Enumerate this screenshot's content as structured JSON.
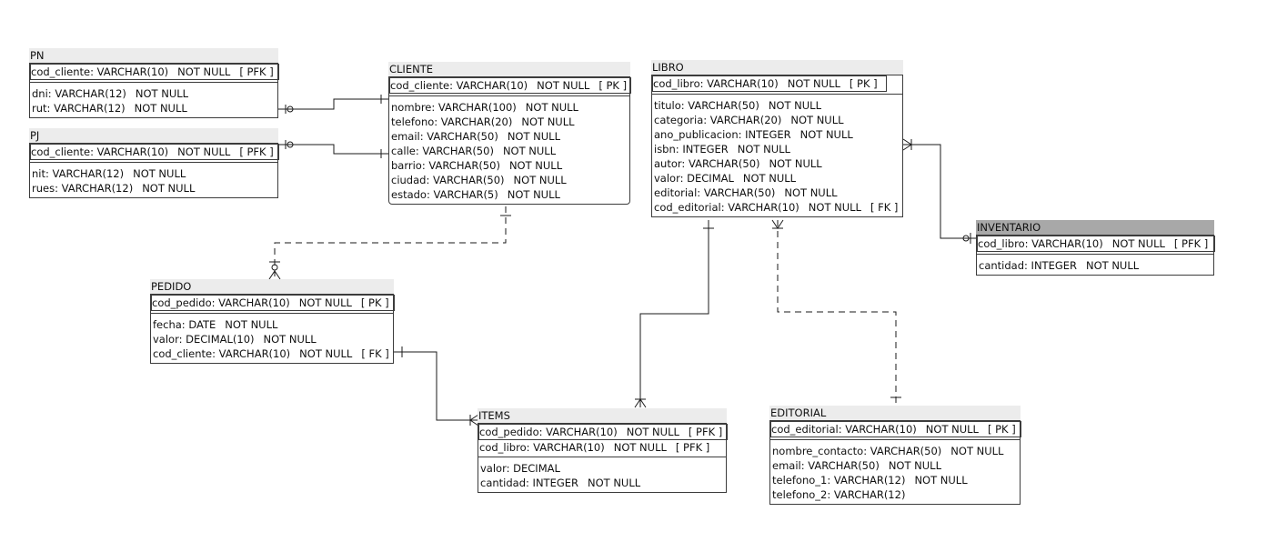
{
  "entities": {
    "pn": {
      "name": "PN",
      "pk": [
        {
          "col": "cod_cliente",
          "type": "VARCHAR(10)",
          "null": "NOT NULL",
          "key": "[ PFK ]"
        }
      ],
      "attrs": [
        {
          "col": "dni",
          "type": "VARCHAR(12)",
          "null": "NOT NULL",
          "key": ""
        },
        {
          "col": "rut",
          "type": "VARCHAR(12)",
          "null": "NOT NULL",
          "key": ""
        }
      ]
    },
    "pj": {
      "name": "PJ",
      "pk": [
        {
          "col": "cod_cliente",
          "type": "VARCHAR(10)",
          "null": "NOT NULL",
          "key": "[ PFK ]"
        }
      ],
      "attrs": [
        {
          "col": "nit",
          "type": "VARCHAR(12)",
          "null": "NOT NULL",
          "key": ""
        },
        {
          "col": "rues",
          "type": "VARCHAR(12)",
          "null": "NOT NULL",
          "key": ""
        }
      ]
    },
    "cliente": {
      "name": "CLIENTE",
      "pk": [
        {
          "col": "cod_cliente",
          "type": "VARCHAR(10)",
          "null": "NOT NULL",
          "key": "[ PK ]"
        }
      ],
      "attrs": [
        {
          "col": "nombre",
          "type": "VARCHAR(100)",
          "null": "NOT NULL",
          "key": ""
        },
        {
          "col": "telefono",
          "type": "VARCHAR(20)",
          "null": "NOT NULL",
          "key": ""
        },
        {
          "col": "email",
          "type": "VARCHAR(50)",
          "null": "NOT NULL",
          "key": ""
        },
        {
          "col": "calle",
          "type": "VARCHAR(50)",
          "null": "NOT NULL",
          "key": ""
        },
        {
          "col": "barrio",
          "type": "VARCHAR(50)",
          "null": "NOT NULL",
          "key": ""
        },
        {
          "col": "ciudad",
          "type": "VARCHAR(50)",
          "null": "NOT NULL",
          "key": ""
        },
        {
          "col": "estado",
          "type": "VARCHAR(5)",
          "null": "NOT NULL",
          "key": ""
        }
      ]
    },
    "libro": {
      "name": "LIBRO",
      "pk": [
        {
          "col": "cod_libro",
          "type": "VARCHAR(10)",
          "null": "NOT NULL",
          "key": "[ PK ]"
        }
      ],
      "attrs": [
        {
          "col": "titulo",
          "type": "VARCHAR(50)",
          "null": "NOT NULL",
          "key": ""
        },
        {
          "col": "categoria",
          "type": "VARCHAR(20)",
          "null": "NOT NULL",
          "key": ""
        },
        {
          "col": "ano_publicacion",
          "type": "INTEGER",
          "null": "NOT NULL",
          "key": ""
        },
        {
          "col": "isbn",
          "type": "INTEGER",
          "null": "NOT NULL",
          "key": ""
        },
        {
          "col": "autor",
          "type": "VARCHAR(50)",
          "null": "NOT NULL",
          "key": ""
        },
        {
          "col": "valor",
          "type": "DECIMAL",
          "null": "NOT NULL",
          "key": ""
        },
        {
          "col": "editorial",
          "type": "VARCHAR(50)",
          "null": "NOT NULL",
          "key": ""
        },
        {
          "col": "cod_editorial",
          "type": "VARCHAR(10)",
          "null": "NOT NULL",
          "key": "[ FK ]"
        }
      ]
    },
    "inventario": {
      "name": "INVENTARIO",
      "pk": [
        {
          "col": "cod_libro",
          "type": "VARCHAR(10)",
          "null": "NOT NULL",
          "key": "[ PFK ]"
        }
      ],
      "attrs": [
        {
          "col": "cantidad",
          "type": "INTEGER",
          "null": "NOT NULL",
          "key": ""
        }
      ]
    },
    "pedido": {
      "name": "PEDIDO",
      "pk": [
        {
          "col": "cod_pedido",
          "type": "VARCHAR(10)",
          "null": "NOT NULL",
          "key": "[ PK ]"
        }
      ],
      "attrs": [
        {
          "col": "fecha",
          "type": "DATE",
          "null": "NOT NULL",
          "key": ""
        },
        {
          "col": "valor",
          "type": "DECIMAL(10)",
          "null": "NOT NULL",
          "key": ""
        },
        {
          "col": "cod_cliente",
          "type": "VARCHAR(10)",
          "null": "NOT NULL",
          "key": "[ FK ]"
        }
      ]
    },
    "items": {
      "name": "ITEMS",
      "pk": [
        {
          "col": "cod_pedido",
          "type": "VARCHAR(10)",
          "null": "NOT NULL",
          "key": "[ PFK ]"
        },
        {
          "col": "cod_libro",
          "type": "VARCHAR(10)",
          "null": "NOT NULL",
          "key": "[ PFK ]"
        }
      ],
      "attrs": [
        {
          "col": "valor",
          "type": "DECIMAL",
          "null": "",
          "key": ""
        },
        {
          "col": "cantidad",
          "type": "INTEGER",
          "null": "NOT NULL",
          "key": ""
        }
      ]
    },
    "editorial": {
      "name": "EDITORIAL",
      "pk": [
        {
          "col": "cod_editorial",
          "type": "VARCHAR(10)",
          "null": "NOT NULL",
          "key": "[ PK ]"
        }
      ],
      "attrs": [
        {
          "col": "nombre_contacto",
          "type": "VARCHAR(50)",
          "null": "NOT NULL",
          "key": ""
        },
        {
          "col": "email",
          "type": "VARCHAR(50)",
          "null": "NOT NULL",
          "key": ""
        },
        {
          "col": "telefono_1",
          "type": "VARCHAR(12)",
          "null": "NOT NULL",
          "key": ""
        },
        {
          "col": "telefono_2",
          "type": "VARCHAR(12)",
          "null": "",
          "key": ""
        }
      ]
    }
  }
}
